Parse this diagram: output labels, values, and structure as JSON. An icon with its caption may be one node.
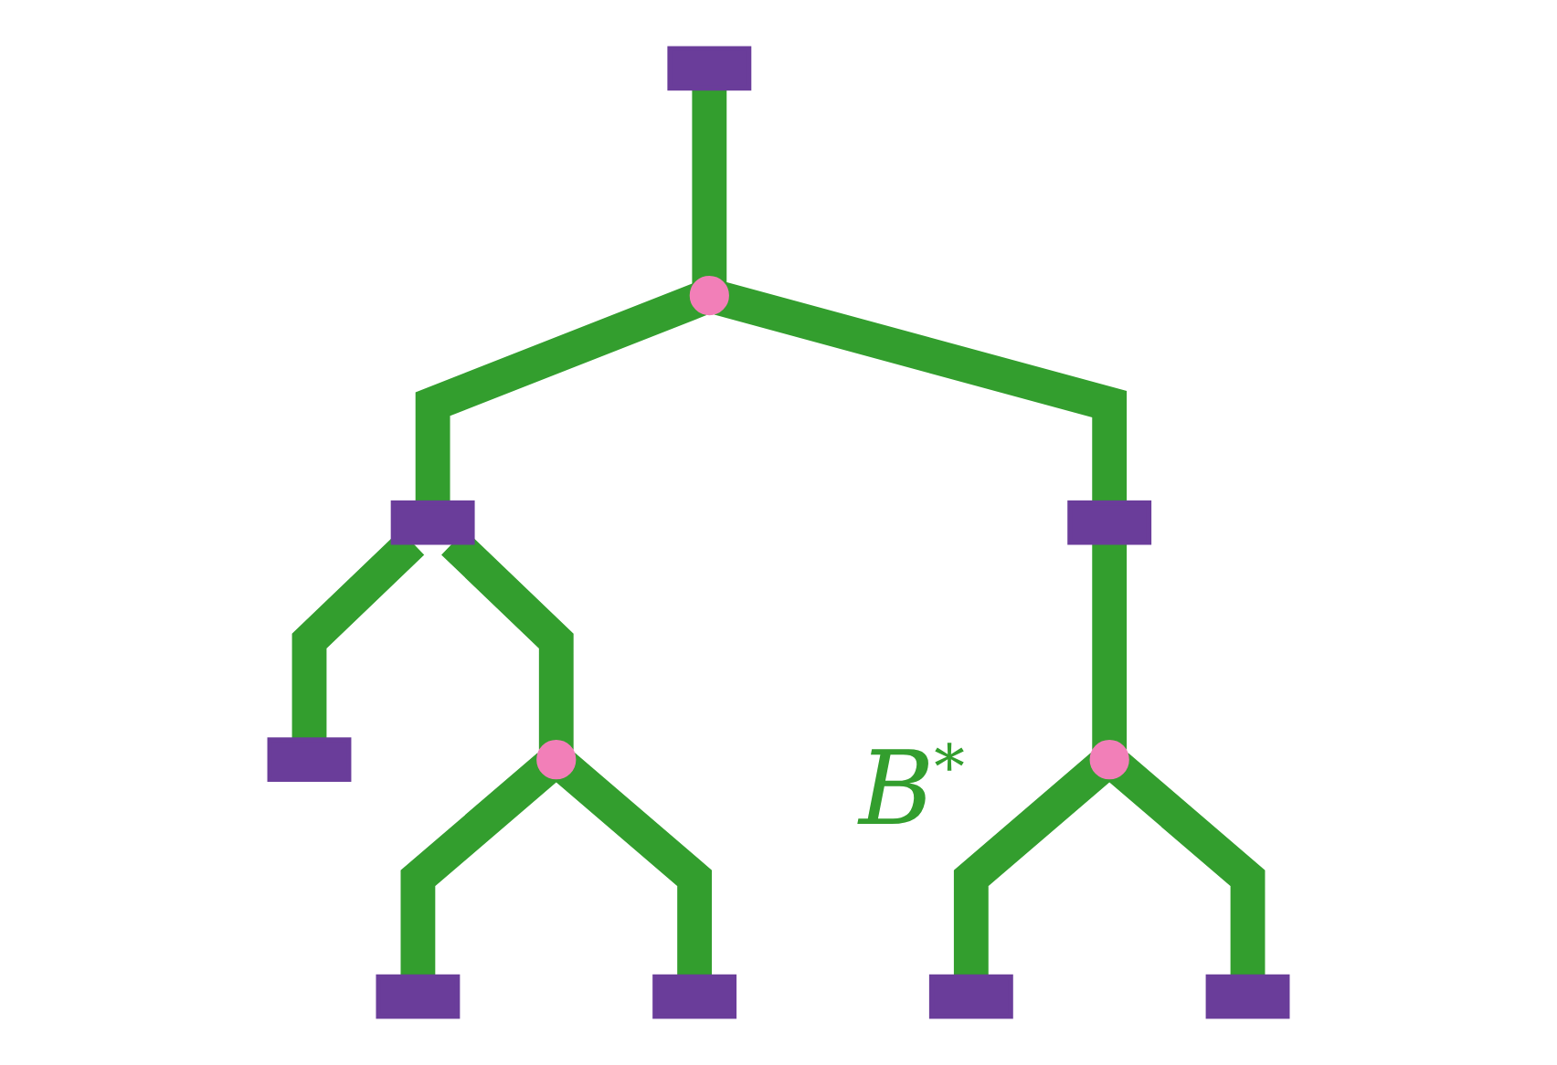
{
  "diagram": {
    "nodes": [
      {
        "text": [],
        "shape": "box"
      },
      {
        "text": [],
        "shape": "box"
      },
      {
        "text": [],
        "shape": "circle"
      },
      {
        "text": [],
        "shape": "box"
      },
      {
        "text": [],
        "shape": "box"
      },
      {
        "text": [],
        "shape": "box"
      },
      {
        "text": [],
        "shape": "circle"
      },
      {
        "text": [],
        "shape": "circle"
      },
      {
        "text": [],
        "shape": "box"
      },
      {
        "text": [],
        "shape": "box"
      },
      {
        "text": [],
        "shape": "box"
      }
    ],
    "edges": [
      {
        "from": 0,
        "to": 2,
        "arrow": "none"
      },
      {
        "from": 2,
        "to": 3,
        "arrow": "none"
      },
      {
        "from": 3,
        "to": 1,
        "arrow": "none"
      },
      {
        "from": 3,
        "to": 6,
        "arrow": "none"
      },
      {
        "from": 6,
        "to": 4,
        "arrow": "none"
      },
      {
        "from": 6,
        "to": 8,
        "arrow": "none"
      },
      {
        "from": 2,
        "to": 5,
        "arrow": "none"
      },
      {
        "from": 5,
        "to": 7,
        "arrow": "none"
      },
      {
        "from": 7,
        "to": 9,
        "arrow": "none"
      },
      {
        "from": 7,
        "to": 10,
        "arrow": "none"
      }
    ],
    "labels": [
      "B$^{*}$"
    ]
  }
}
